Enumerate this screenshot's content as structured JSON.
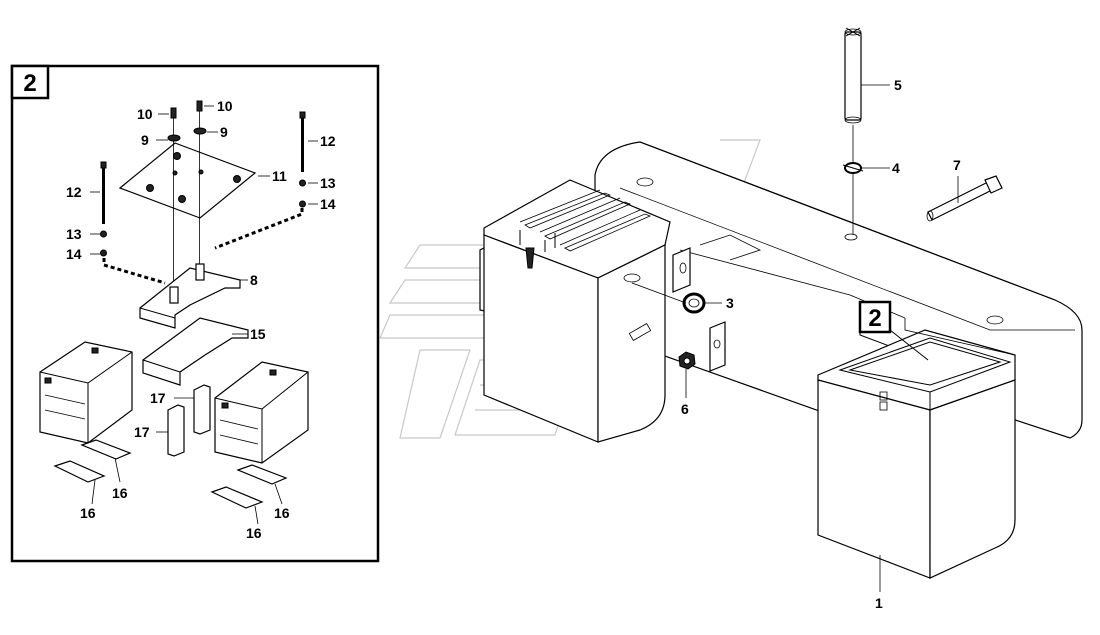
{
  "detail_view": {
    "callout": "2",
    "labels": {
      "l10a": "10",
      "l10b": "10",
      "l9a": "9",
      "l9b": "9",
      "l12a": "12",
      "l12b": "12",
      "l11": "11",
      "l13a": "13",
      "l13b": "13",
      "l14a": "14",
      "l14b": "14",
      "l8": "8",
      "l15": "15",
      "l17a": "17",
      "l17b": "17",
      "l16a": "16",
      "l16b": "16",
      "l16c": "16",
      "l16d": "16"
    }
  },
  "main_view": {
    "callout": "2",
    "labels": {
      "l1": "1",
      "l3": "3",
      "l4": "4",
      "l5": "5",
      "l6": "6",
      "l7": "7"
    }
  }
}
